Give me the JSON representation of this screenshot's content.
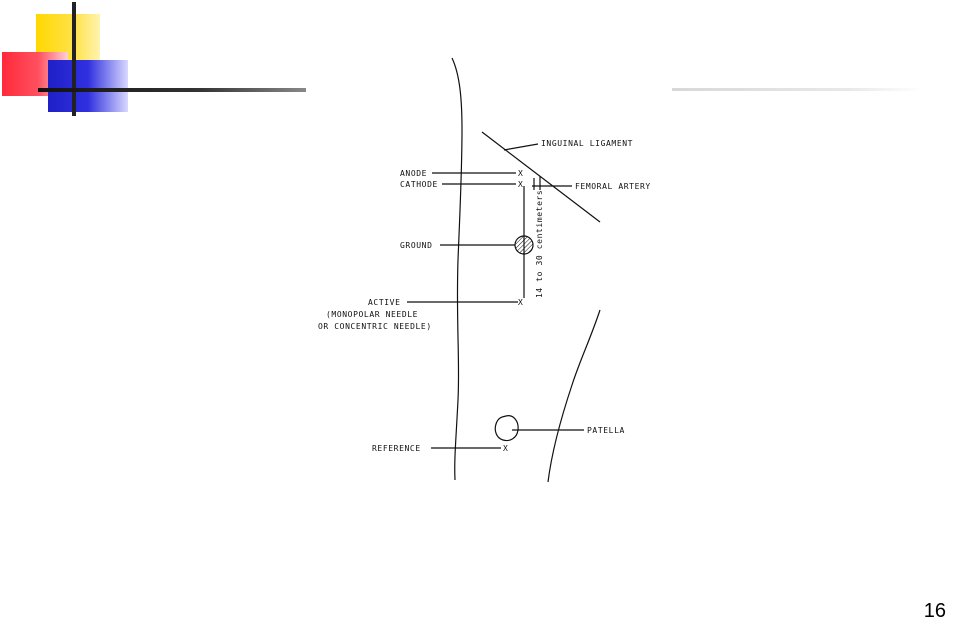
{
  "slide": {
    "page_number": "16"
  },
  "diagram": {
    "labels": {
      "inguinal_ligament": "INGUINAL LIGAMENT",
      "anode": "ANODE",
      "cathode": "CATHODE",
      "femoral_artery": "FEMORAL ARTERY",
      "ground": "GROUND",
      "distance": "14 to 30 centimeters",
      "active_line1": "ACTIVE",
      "active_line2": "(MONOPOLAR NEEDLE",
      "active_line3": "OR CONCENTRIC NEEDLE)",
      "patella": "PATELLA",
      "reference": "REFERENCE",
      "electrode_mark": "X"
    }
  },
  "colors": {
    "decor_yellow": "#ffd800",
    "decor_red": "#ff2a3a",
    "decor_blue": "#2020c8",
    "ink": "#111111"
  }
}
